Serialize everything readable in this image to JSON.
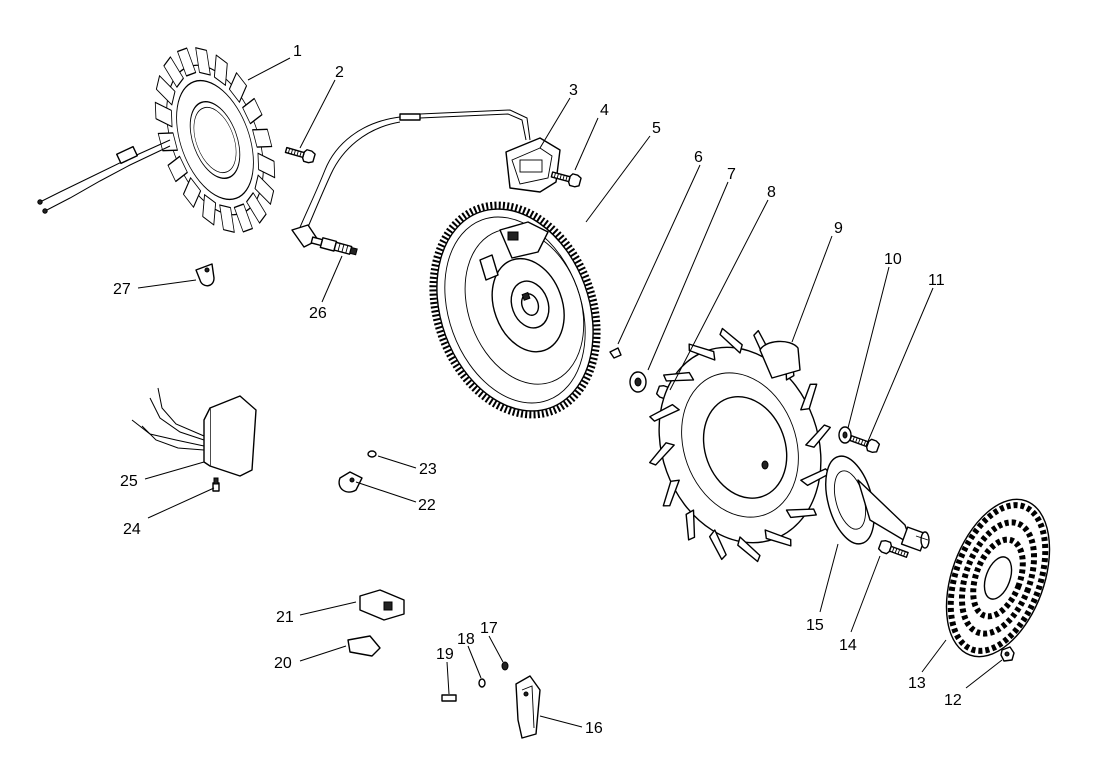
{
  "diagram": {
    "type": "exploded-parts-view",
    "callouts": [
      {
        "id": "c1",
        "label": "1",
        "part": "stator"
      },
      {
        "id": "c2",
        "label": "2",
        "part": "stator-screw"
      },
      {
        "id": "c3",
        "label": "3",
        "part": "ignition-module"
      },
      {
        "id": "c4",
        "label": "4",
        "part": "module-screw"
      },
      {
        "id": "c5",
        "label": "5",
        "part": "flywheel"
      },
      {
        "id": "c6",
        "label": "6",
        "part": "flywheel-key"
      },
      {
        "id": "c7",
        "label": "7",
        "part": "washer"
      },
      {
        "id": "c8",
        "label": "8",
        "part": "flywheel-screw"
      },
      {
        "id": "c9",
        "label": "9",
        "part": "fan"
      },
      {
        "id": "c10",
        "label": "10",
        "part": "washer"
      },
      {
        "id": "c11",
        "label": "11",
        "part": "screw"
      },
      {
        "id": "c12",
        "label": "12",
        "part": "nut"
      },
      {
        "id": "c13",
        "label": "13",
        "part": "rotating-screen"
      },
      {
        "id": "c14",
        "label": "14",
        "part": "screw"
      },
      {
        "id": "c15",
        "label": "15",
        "part": "screen-hub"
      },
      {
        "id": "c16",
        "label": "16",
        "part": "bracket"
      },
      {
        "id": "c17",
        "label": "17",
        "part": "nut"
      },
      {
        "id": "c18",
        "label": "18",
        "part": "washer"
      },
      {
        "id": "c19",
        "label": "19",
        "part": "screw"
      },
      {
        "id": "c20",
        "label": "20",
        "part": "terminal"
      },
      {
        "id": "c21",
        "label": "21",
        "part": "connector"
      },
      {
        "id": "c22",
        "label": "22",
        "part": "clip"
      },
      {
        "id": "c23",
        "label": "23",
        "part": "nut"
      },
      {
        "id": "c24",
        "label": "24",
        "part": "screw"
      },
      {
        "id": "c25",
        "label": "25",
        "part": "rectifier-regulator"
      },
      {
        "id": "c26",
        "label": "26",
        "part": "spark-plug"
      },
      {
        "id": "c27",
        "label": "27",
        "part": "clip"
      }
    ]
  }
}
